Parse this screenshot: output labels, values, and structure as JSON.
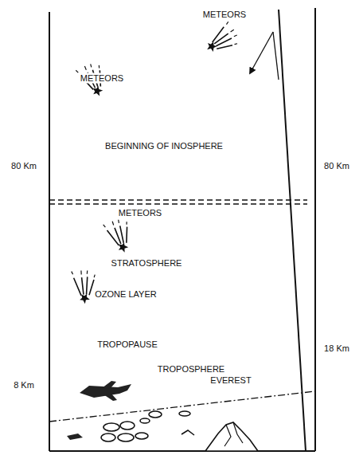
{
  "diagram": {
    "labels": [
      "METEORS",
      "METEORS",
      "BEGINNING OF INOSPHERE",
      "80 Km",
      "80 Km",
      "METEORS",
      "STRATOSPHERE",
      "OZONE LAYER",
      "TROPOPAUSE",
      "TROPOSPHERE",
      "18 Km",
      "8 Km",
      "EVEREST"
    ]
  }
}
